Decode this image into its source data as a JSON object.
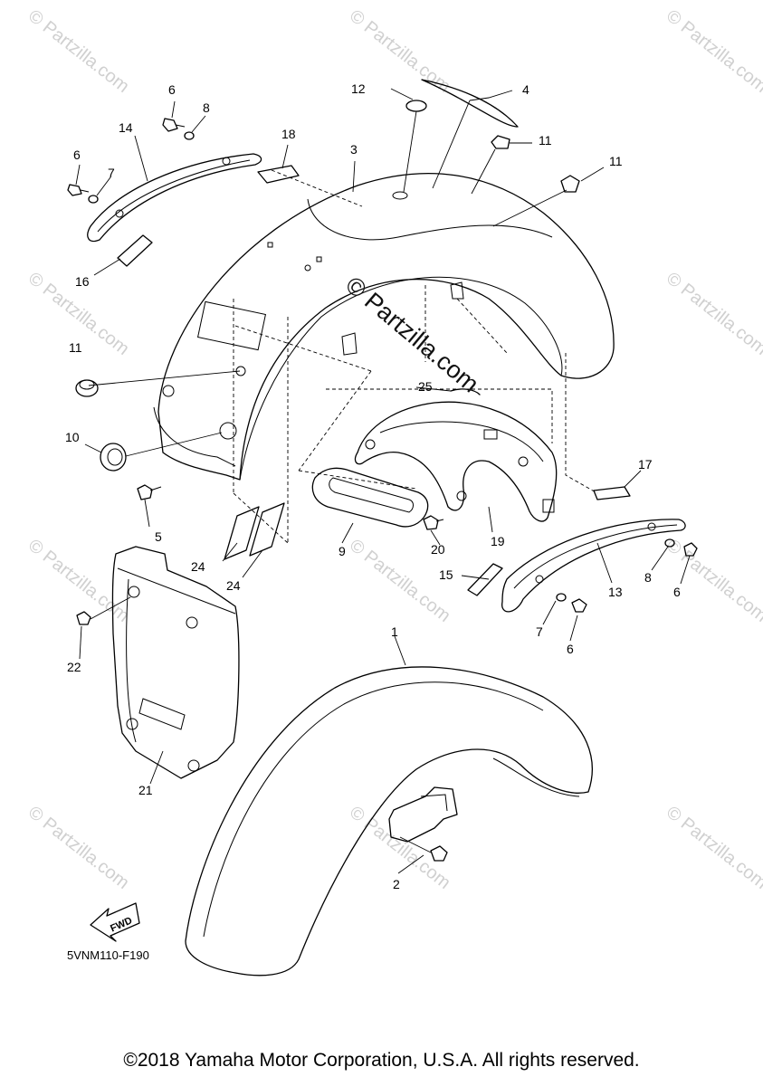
{
  "diagram": {
    "code": "5VNM110-F190",
    "direction_label": "FWD",
    "watermark": "© Partzilla.com",
    "center_watermark": "© Partzilla.com",
    "callouts": [
      "1",
      "2",
      "3",
      "4",
      "5",
      "6",
      "7",
      "8",
      "9",
      "10",
      "11",
      "12",
      "13",
      "14",
      "15",
      "16",
      "17",
      "18",
      "19",
      "20",
      "21",
      "22",
      "24",
      "25"
    ]
  },
  "footer": {
    "copyright": "©2018 Yamaha Motor Corporation, U.S.A. All rights reserved."
  }
}
